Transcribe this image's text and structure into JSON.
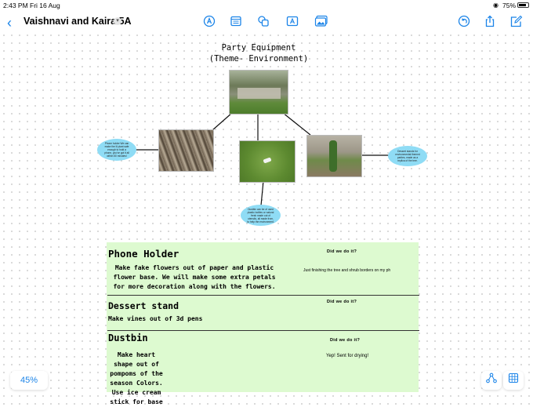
{
  "status": {
    "time": "2:43 PM",
    "date": "Fri 16 Aug",
    "battery": "75%"
  },
  "toolbar": {
    "title": "Vaishnavi and Kaira 5A"
  },
  "board": {
    "heading_line1": "Party Equipment",
    "heading_line2": "(Theme- Environment)",
    "bubble_left": "Phone holder We can make the lil plant safe enough to hold a phone, you've got it all within 50 minutes!",
    "bubble_right": "Dessert stands for environmental themed parties, made as a replica of the tree.",
    "bubble_bottom": "Dustbin can be of used plastic bottles or natural fresh made out of utensils, all made from, to help the environment."
  },
  "table": {
    "row1_title": "Phone Holder",
    "row1_text": "Make fake flowers out of paper and plastic flower base. We will make some extra petals for more decoration along with the flowers.",
    "row1_status_label": "Did we do it?",
    "row1_status": "Just finishing the tree and shrub borders on my ph",
    "row2_title": "Dessert stand",
    "row2_text": "Make vines out of 3d pens",
    "row2_status_label": "Did we do it?",
    "row3_title": "Dustbin",
    "row3_text": "Make heart shape out of pompoms of the season Colors. Use ice cream stick for base",
    "row3_status_label": "Did we do it?",
    "row3_status": "Yep! Sent for drying!"
  },
  "zoom": "45%",
  "colors": {
    "accent": "#1b84e8",
    "bubble": "#8fdcf5",
    "table_bg": "#ddfad0"
  }
}
